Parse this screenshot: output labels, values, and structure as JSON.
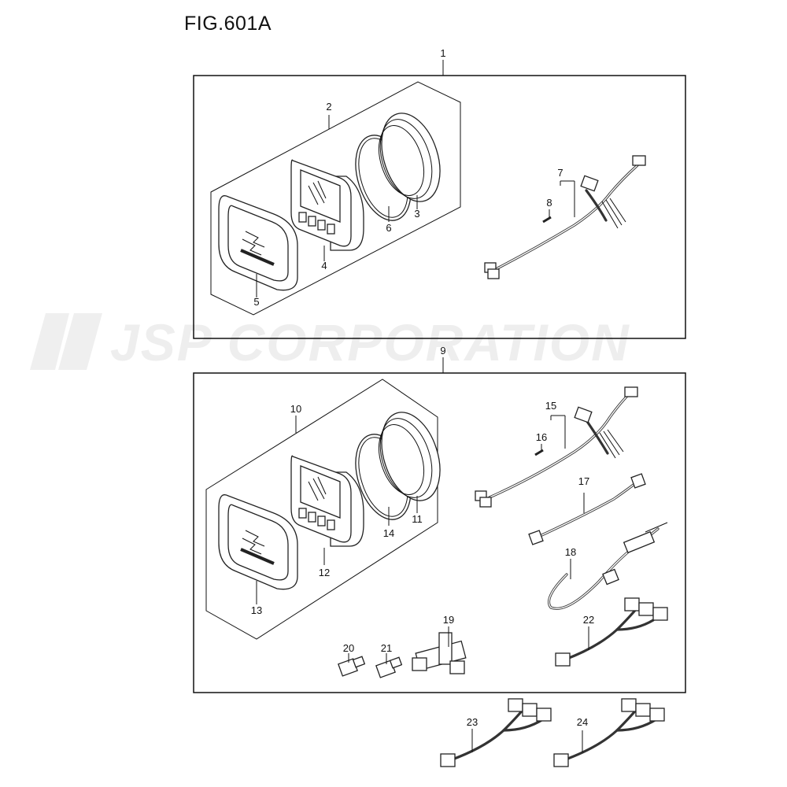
{
  "figure_title": "FIG.601A",
  "watermark": "JSP CORPORATION",
  "callouts": [
    "1",
    "2",
    "3",
    "4",
    "5",
    "6",
    "7",
    "8",
    "9",
    "10",
    "11",
    "12",
    "13",
    "14",
    "15",
    "16",
    "17",
    "18",
    "19",
    "20",
    "21",
    "22",
    "23",
    "24"
  ]
}
